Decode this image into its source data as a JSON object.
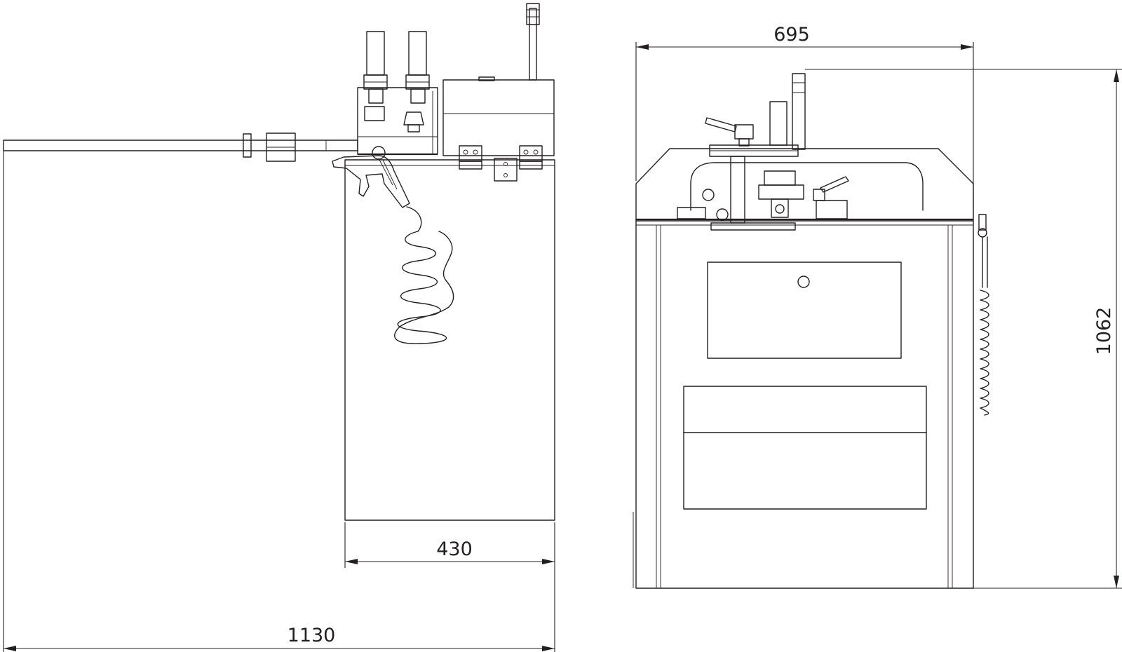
{
  "dimensions": {
    "side_depth": "430",
    "side_total_length": "1130",
    "front_width": "695",
    "front_height": "1062"
  }
}
